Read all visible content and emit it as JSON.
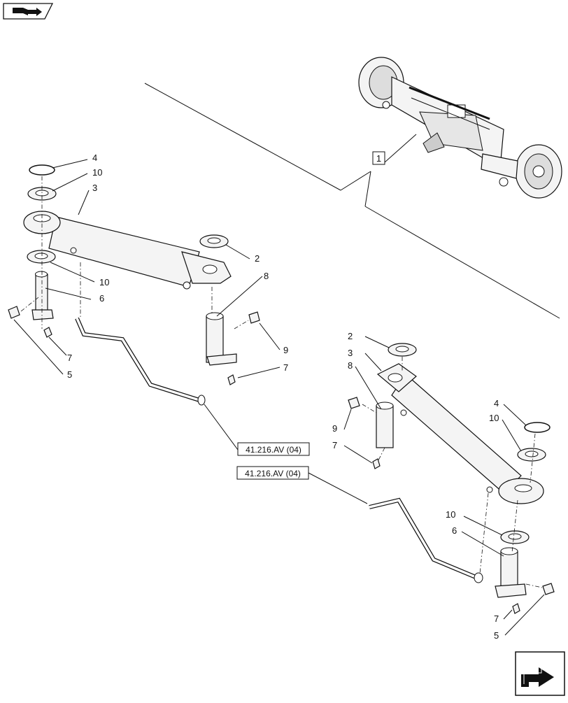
{
  "icons": {
    "top_left": "book-with-arrow-icon",
    "bottom_right": "next-page-arrow-icon"
  },
  "callouts": {
    "assembly": "1",
    "c2": "2",
    "c3": "3",
    "c4": "4",
    "c5": "5",
    "c6": "6",
    "c7": "7",
    "c8": "8",
    "c9": "9",
    "c10": "10"
  },
  "references": {
    "hose_left": "41.216.AV (04)",
    "hose_right": "41.216.AV (04)"
  }
}
